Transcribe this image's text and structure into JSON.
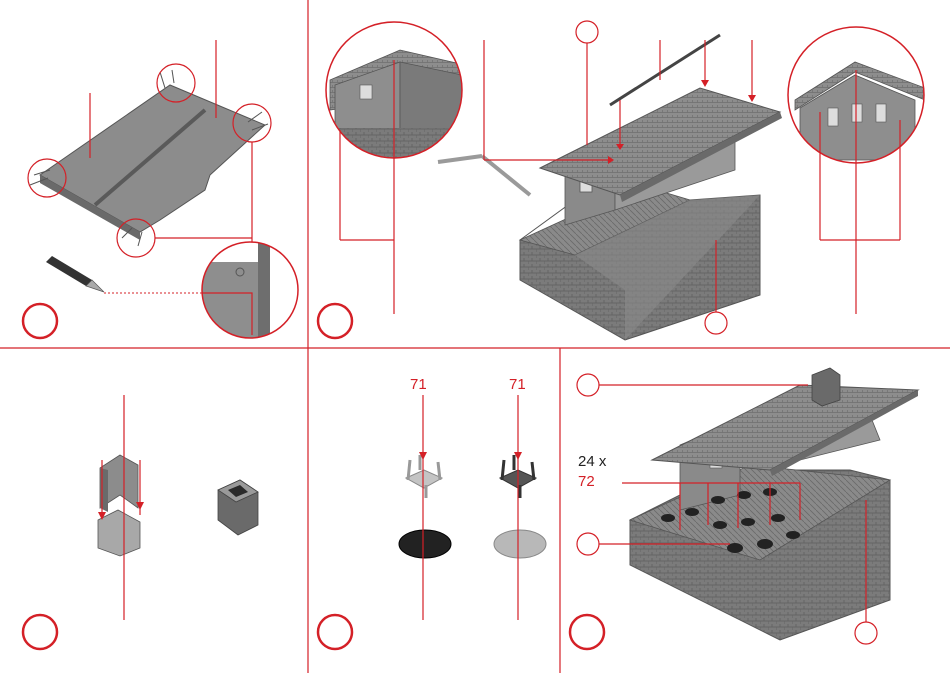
{
  "colors": {
    "accent": "#d42027",
    "part": "#8c8c8c",
    "part_dark": "#5a5a5a",
    "part_light": "#c4c4c4",
    "ink": "#222222"
  },
  "labels": {
    "part_71_a": "71",
    "part_71_b": "71",
    "count": "24 x",
    "part_72": "72"
  },
  "icons": [
    "hobby-knife-icon",
    "step-circle-icon",
    "callout-circle-icon"
  ]
}
